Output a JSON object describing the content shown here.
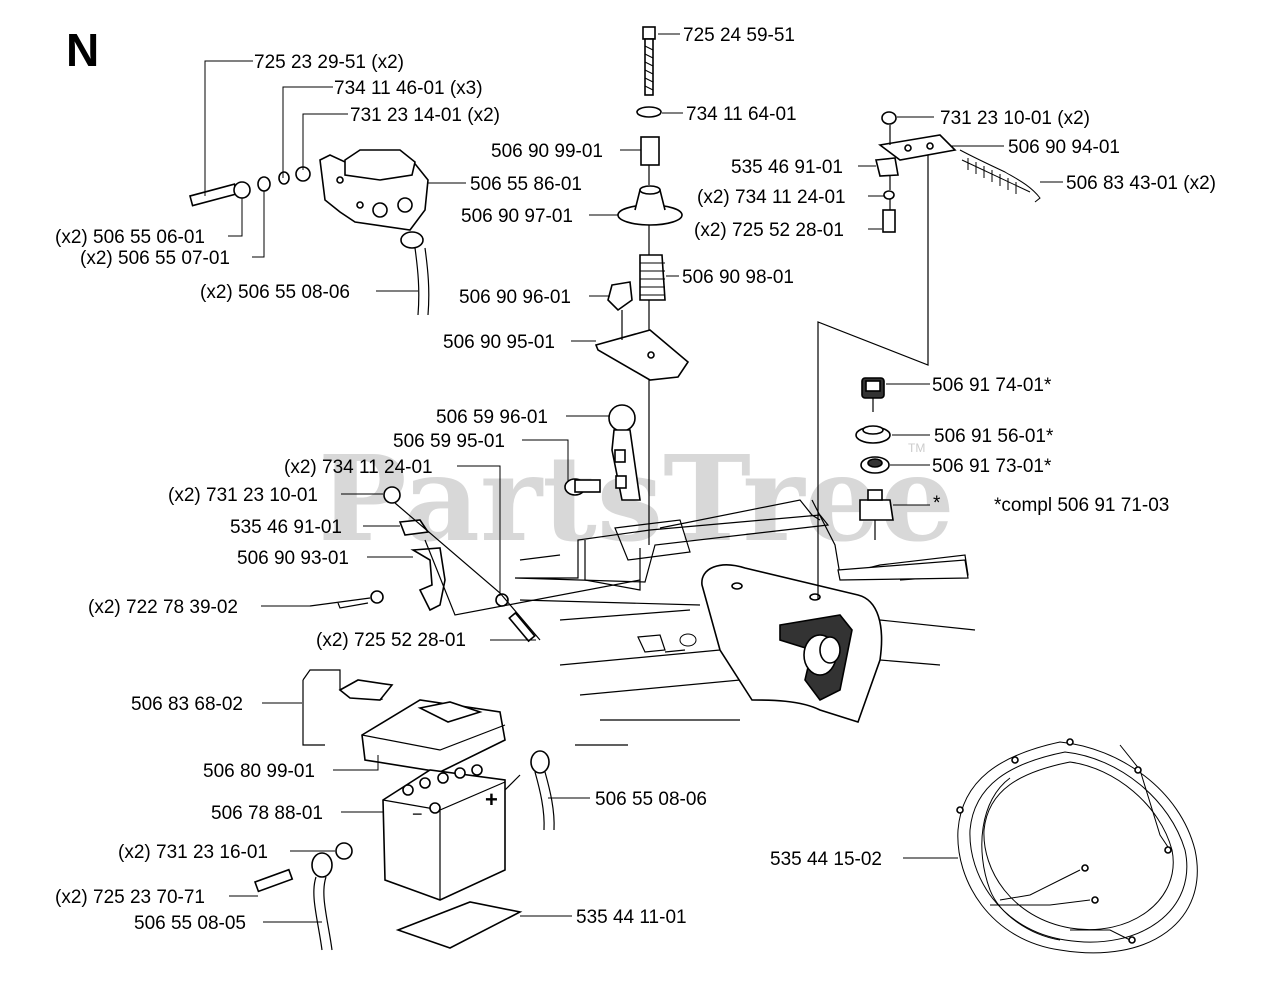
{
  "page_letter": "N",
  "watermark": "PartsTree",
  "watermark_tm": "TM",
  "labels": {
    "p_725_23_29_51": {
      "num": "725 23 29-51",
      "qty": "(x2)"
    },
    "p_734_11_46_01": {
      "num": "734 11 46-01",
      "qty": "(x3)"
    },
    "p_731_23_14_01": {
      "num": "731 23 14-01",
      "qty": "(x2)"
    },
    "p_506_55_86_01": {
      "num": "506 55 86-01"
    },
    "p_506_55_06_01": {
      "num": "506 55 06-01",
      "qty": "(x2)"
    },
    "p_506_55_07_01": {
      "num": "506 55 07-01",
      "qty": "(x2)"
    },
    "p_506_55_08_06_top": {
      "num": "506 55 08-06",
      "qty": "(x2)"
    },
    "p_725_24_59_51": {
      "num": "725 24 59-51"
    },
    "p_734_11_64_01": {
      "num": "734 11 64-01"
    },
    "p_506_90_99_01": {
      "num": "506 90 99-01"
    },
    "p_506_90_97_01": {
      "num": "506 90 97-01"
    },
    "p_506_90_98_01": {
      "num": "506 90 98-01"
    },
    "p_506_90_96_01": {
      "num": "506 90 96-01"
    },
    "p_506_90_95_01": {
      "num": "506 90 95-01"
    },
    "p_731_23_10_01_r": {
      "num": "731 23 10-01",
      "qty": "(x2)"
    },
    "p_506_90_94_01": {
      "num": "506 90 94-01"
    },
    "p_535_46_91_01_r": {
      "num": "535 46 91-01"
    },
    "p_506_83_43_01": {
      "num": "506 83 43-01",
      "qty": "(x2)"
    },
    "p_734_11_24_01_r": {
      "num": "734 11 24-01",
      "qty": "(x2)"
    },
    "p_725_52_28_01_r": {
      "num": "725 52 28-01",
      "qty": "(x2)"
    },
    "p_506_91_74_01": {
      "num": "506 91 74-01*"
    },
    "p_506_91_56_01": {
      "num": "506 91 56-01*"
    },
    "p_506_91_73_01": {
      "num": "506 91 73-01*"
    },
    "p_star": {
      "num": "*"
    },
    "p_compl": {
      "qty": "*compl",
      "num": "506 91 71-03"
    },
    "p_506_59_96_01": {
      "num": "506 59 96-01"
    },
    "p_506_59_95_01": {
      "num": "506 59 95-01"
    },
    "p_734_11_24_01_l": {
      "num": "734 11 24-01",
      "qty": "(x2)"
    },
    "p_731_23_10_01_l": {
      "num": "731 23 10-01",
      "qty": "(x2)"
    },
    "p_535_46_91_01_l": {
      "num": "535 46 91-01"
    },
    "p_506_90_93_01": {
      "num": "506 90 93-01"
    },
    "p_722_78_39_02": {
      "num": "722 78 39-02",
      "qty": "(x2)"
    },
    "p_725_52_28_01_l": {
      "num": "725 52 28-01",
      "qty": "(x2)"
    },
    "p_506_83_68_02": {
      "num": "506 83 68-02"
    },
    "p_506_80_99_01": {
      "num": "506 80 99-01"
    },
    "p_506_78_88_01": {
      "num": "506 78 88-01"
    },
    "p_506_55_08_06_bat": {
      "num": "506 55 08-06"
    },
    "p_731_23_16_01": {
      "num": "731 23 16-01",
      "qty": "(x2)"
    },
    "p_725_23_70_71": {
      "num": "725 23 70-71",
      "qty": "(x2)"
    },
    "p_506_55_08_05": {
      "num": "506 55 08-05"
    },
    "p_535_44_11_01": {
      "num": "535 44 11-01"
    },
    "p_535_44_15_02": {
      "num": "535 44 15-02"
    }
  },
  "battery_marks": {
    "plus": "+",
    "minus": "−"
  }
}
